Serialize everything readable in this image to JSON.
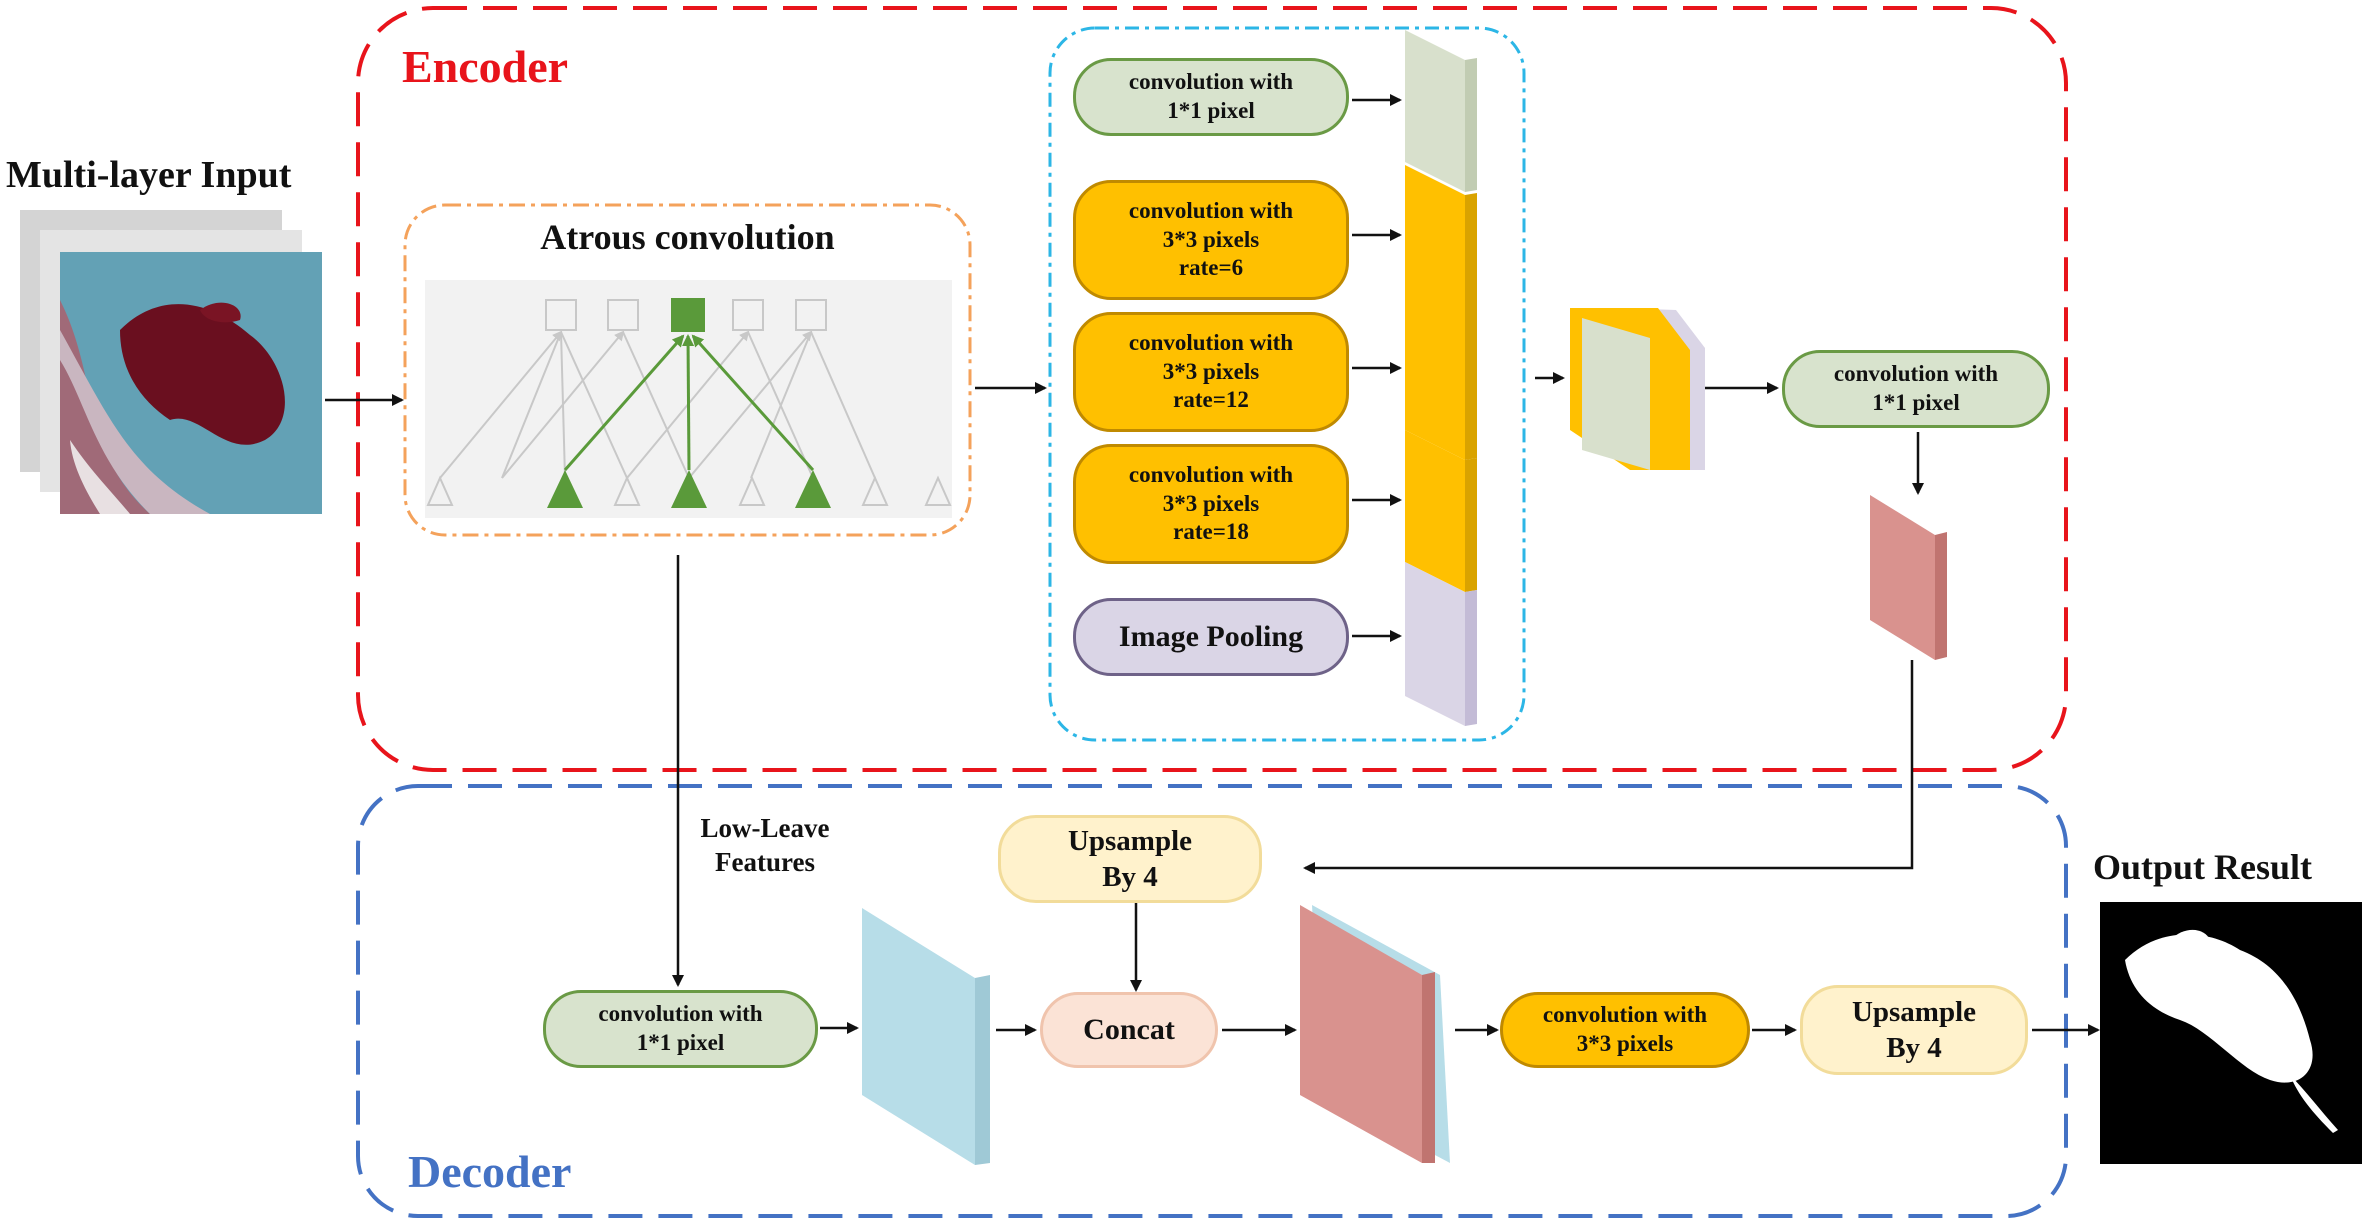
{
  "encoder": {
    "title": "Encoder",
    "color": "#e8141b"
  },
  "decoder": {
    "title": "Decoder",
    "color": "#4472c4"
  },
  "input": {
    "title": "Multi-layer Input"
  },
  "output": {
    "title": "Output Result"
  },
  "atrous": {
    "title": "Atrous convolution"
  },
  "branches": {
    "conv1x1": "convolution  with\n1*1 pixel",
    "rate6": "convolution  with\n3*3 pixels\nrate=6",
    "rate12": "convolution  with\n3*3 pixels\nrate=12",
    "rate18": "convolution  with\n3*3 pixels\nrate=18",
    "pooling": "Image Pooling"
  },
  "encoder_conv": "convolution  with\n1*1 pixel",
  "low_level_label": "Low-Leave\nFeatures",
  "decoder_nodes": {
    "conv1x1": "convolution  with\n1*1 pixel",
    "upsample_top": "Upsample\nBy 4",
    "concat": "Concat",
    "conv3x3": "convolution  with\n3*3 pixels",
    "upsample_out": "Upsample\nBy 4"
  },
  "colors": {
    "green": "#d8e3cd",
    "orange": "#ffc000",
    "purple": "#dad5e6",
    "red_feature": "#d9928e",
    "blue_feature": "#b7dde8",
    "cyan_dash": "#2cb6e6",
    "orange_dash": "#f4a25b"
  }
}
